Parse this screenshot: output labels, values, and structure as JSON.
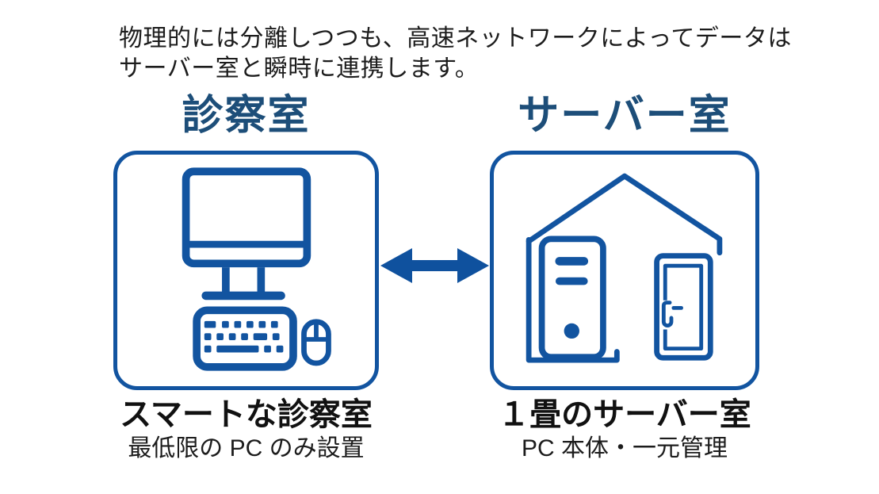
{
  "intro": {
    "line1": "物理的には分離しつつも、高速ネットワークによってデータは",
    "line2": "サーバー室と瞬時に連携します。"
  },
  "rooms": {
    "exam": {
      "title": "診察室",
      "caption": "スマートな診察室",
      "subcaption": "最低限の PC のみ設置",
      "icon": "desktop-computer-icon"
    },
    "server": {
      "title": "サーバー室",
      "caption": "１畳のサーバー室",
      "subcaption": "PC 本体・一元管理",
      "icon": "house-with-server-and-door-icon"
    }
  },
  "connector": {
    "type": "double-arrow",
    "icon": "double-arrow-icon"
  },
  "colors": {
    "primary_blue": "#1254a0",
    "title_navy": "#1d4e79",
    "text_black": "#1c1c1c",
    "background": "#ffffff"
  }
}
